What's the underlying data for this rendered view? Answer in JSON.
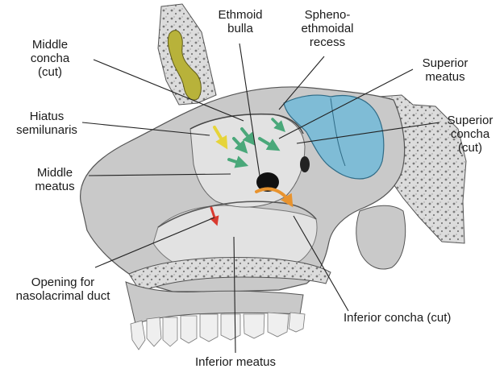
{
  "labels": {
    "ethmoid_bulla": [
      "Ethmoid",
      "bulla"
    ],
    "sphenoethmoidal_recess": [
      "Spheno-",
      "ethmoidal",
      "recess"
    ],
    "middle_concha_cut": [
      "Middle",
      "concha",
      "(cut)"
    ],
    "superior_meatus": [
      "Superior",
      "meatus"
    ],
    "hiatus_semilunaris": [
      "Hiatus",
      "semilunaris"
    ],
    "superior_concha_cut": [
      "Superior",
      "concha",
      "(cut)"
    ],
    "middle_meatus": [
      "Middle",
      "meatus"
    ],
    "opening_nasolacrimal": [
      "Opening for",
      "nasolacrimal duct"
    ],
    "inferior_concha_cut": [
      "Inferior concha (cut)"
    ],
    "inferior_meatus": [
      "Inferior meatus"
    ]
  },
  "colors": {
    "bone": "#c9c9c9",
    "bone_light": "#e2e2e2",
    "bone_dark": "#8f8f8f",
    "frontal_sinus": "#b8b23a",
    "sphenoid_sinus": "#7fbcd6",
    "arrow_yellow": "#e6d43a",
    "arrow_green": "#4aa87a",
    "arrow_orange": "#e8932e",
    "arrow_red": "#d93a2f",
    "leader": "#222222"
  }
}
